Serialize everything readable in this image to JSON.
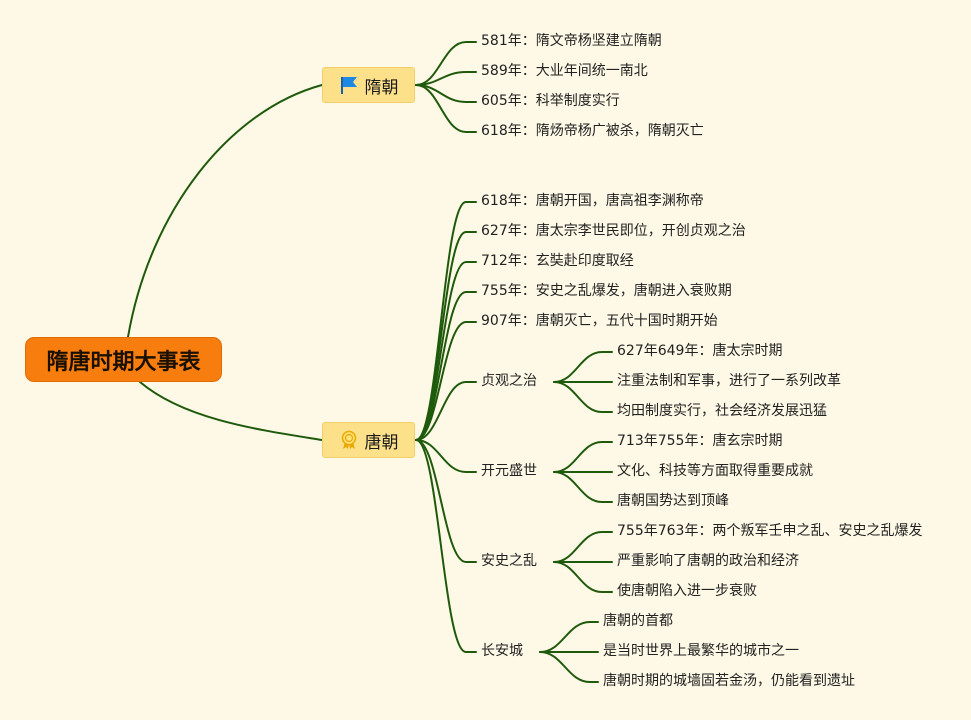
{
  "root": {
    "title": "隋唐时期大事表"
  },
  "branches": [
    {
      "label": "隋朝",
      "icon": "flag-icon",
      "items": [
        "581年：隋文帝杨坚建立隋朝",
        "589年：大业年间统一南北",
        "605年：科举制度实行",
        "618年：隋炀帝杨广被杀，隋朝灭亡"
      ]
    },
    {
      "label": "唐朝",
      "icon": "medal-icon",
      "items": [
        "618年：唐朝开国，唐高祖李渊称帝",
        "627年：唐太宗李世民即位，开创贞观之治",
        "712年：玄奘赴印度取经",
        "755年：安史之乱爆发，唐朝进入衰败期",
        "907年：唐朝灭亡，五代十国时期开始"
      ],
      "topics": [
        {
          "label": "贞观之治",
          "items": [
            "627年649年：唐太宗时期",
            "注重法制和军事，进行了一系列改革",
            "均田制度实行，社会经济发展迅猛"
          ]
        },
        {
          "label": "开元盛世",
          "items": [
            "713年755年：唐玄宗时期",
            "文化、科技等方面取得重要成就",
            "唐朝国势达到顶峰"
          ]
        },
        {
          "label": "安史之乱",
          "items": [
            "755年763年：两个叛军壬申之乱、安史之乱爆发",
            "严重影响了唐朝的政治和经济",
            "使唐朝陷入进一步衰败"
          ]
        },
        {
          "label": "长安城",
          "items": [
            "唐朝的首都",
            "是当时世界上最繁华的城市之一",
            "唐朝时期的城墙固若金汤，仍能看到遗址"
          ]
        }
      ]
    }
  ],
  "colors": {
    "connector": "#1f5a0c",
    "root_bg": "#f77d0f",
    "branch_bg": "#fde18a",
    "background": "#fef9e6"
  }
}
